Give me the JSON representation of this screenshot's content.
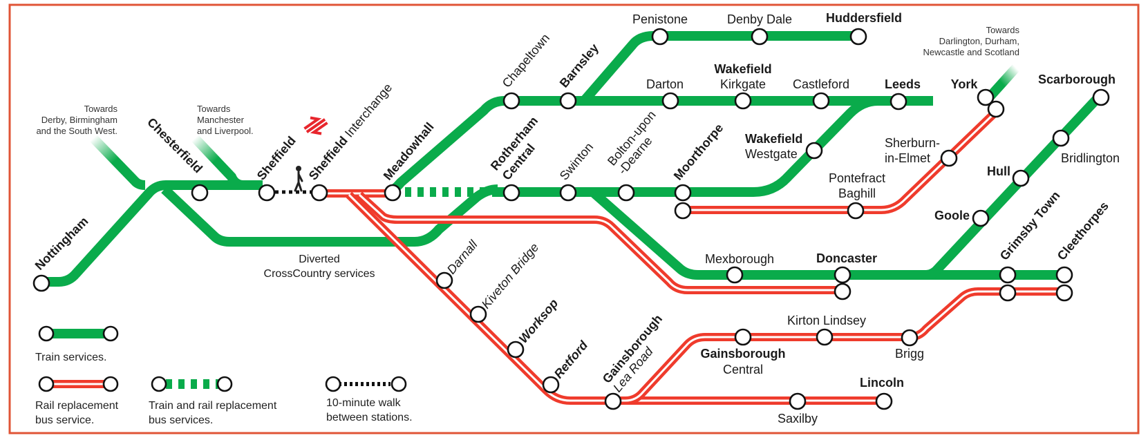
{
  "title": "Rail replacement network map",
  "colors": {
    "train": "#0aab4b",
    "bus": "#ef3b2c",
    "frame": "#e05436",
    "nr_logo": "#e8262d"
  },
  "notes": {
    "derby": [
      "Towards",
      "Derby, Birmingham",
      "and the South West."
    ],
    "manchester": [
      "Towards",
      "Manchester",
      "and Liverpool."
    ],
    "north": [
      "Towards",
      "Darlington, Durham,",
      "Newcastle and Scotland"
    ],
    "crosscountry": [
      "Diverted",
      "CrossCountry services"
    ]
  },
  "stations": {
    "nottingham": {
      "bold": "Nottingham"
    },
    "chesterfield": {
      "bold": "Chesterfield"
    },
    "sheffield": {
      "bold": "Sheffield"
    },
    "sheffield_interchange": {
      "bold": "Sheffield",
      "regular": " Interchange"
    },
    "meadowhall": {
      "bold": "Meadowhall"
    },
    "chapeltown": {
      "regular": "Chapeltown"
    },
    "barnsley": {
      "bold": "Barnsley"
    },
    "penistone": {
      "regular": "Penistone"
    },
    "denby_dale": {
      "regular": "Denby Dale"
    },
    "huddersfield": {
      "bold": "Huddersfield"
    },
    "darton": {
      "regular": "Darton"
    },
    "wakefield_kirkgate": {
      "bold": "Wakefield",
      "regular": "Kirkgate"
    },
    "castleford": {
      "regular": "Castleford"
    },
    "leeds": {
      "bold": "Leeds"
    },
    "york": {
      "bold": "York"
    },
    "scarborough": {
      "bold": "Scarborough"
    },
    "bridlington": {
      "regular": "Bridlington"
    },
    "hull": {
      "bold": "Hull"
    },
    "goole": {
      "bold": "Goole"
    },
    "rotherham_central": {
      "bold": "Rotherham",
      "bold2": "Central"
    },
    "swinton": {
      "regular": "Swinton"
    },
    "bolton_upon_dearne": {
      "regular": "Bolton-upon",
      "regular2": "-Dearne"
    },
    "moorthorpe": {
      "bold": "Moorthorpe"
    },
    "wakefield_westgate": {
      "bold": "Wakefield",
      "regular": "Westgate"
    },
    "sherburn_in_elmet": {
      "regular": "Sherburn-",
      "regular2": "in-Elmet"
    },
    "pontefract_baghill": {
      "regular": "Pontefract",
      "regular2": "Baghill"
    },
    "mexborough": {
      "regular": "Mexborough"
    },
    "doncaster": {
      "bold": "Doncaster"
    },
    "grimsby_town": {
      "bold": "Grimsby Town"
    },
    "cleethorpes": {
      "bold": "Cleethorpes"
    },
    "darnall": {
      "regular": "Darnall"
    },
    "kiveton_bridge": {
      "regular": "Kiveton Bridge"
    },
    "worksop": {
      "bold": "Worksop"
    },
    "retford": {
      "bold": "Retford"
    },
    "gainsborough_lea_road": {
      "bold": "Gainsborough",
      "regular": "Lea Road"
    },
    "gainsborough_central": {
      "bold": "Gainsborough",
      "regular": "Central"
    },
    "kirton_lindsey": {
      "regular": "Kirton Lindsey"
    },
    "brigg": {
      "regular": "Brigg"
    },
    "saxilby": {
      "regular": "Saxilby"
    },
    "lincoln": {
      "bold": "Lincoln"
    }
  },
  "legend": {
    "train": "Train services.",
    "bus": [
      "Rail replacement",
      "bus service."
    ],
    "mixed": [
      "Train and rail replacement",
      "bus services."
    ],
    "walk": [
      "10-minute walk",
      "between stations."
    ]
  },
  "icons": {
    "walk": "walking-person-icon",
    "national_rail": "national-rail-logo-icon"
  }
}
